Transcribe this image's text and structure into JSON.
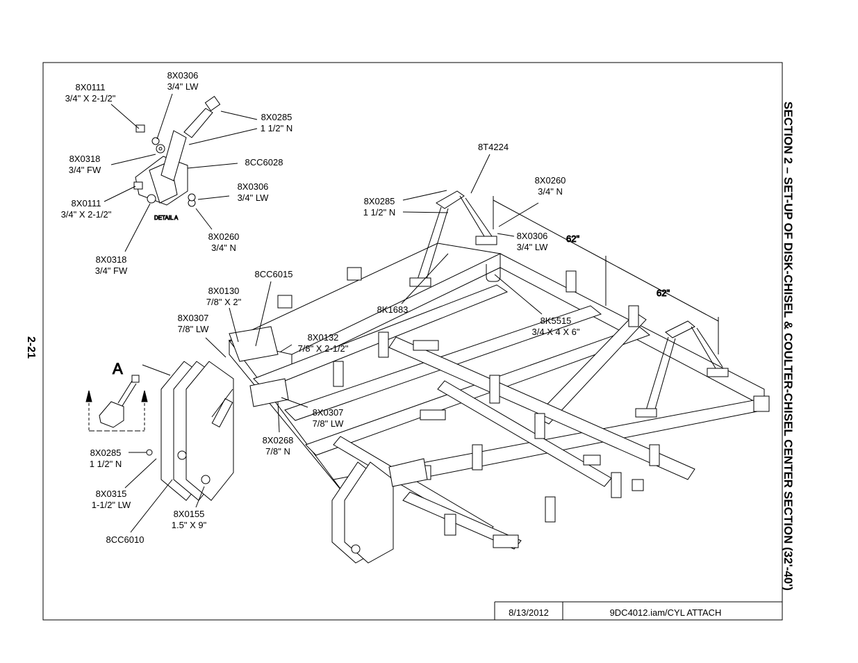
{
  "page_number": "2-21",
  "section_title": "SECTION 2 – SET-UP OF DISK-CHISEL & COULTER-CHISEL CENTER SECTION (32'-40')",
  "title_block": {
    "date": "8/13/2012",
    "file": "9DC4012.iam/CYL ATTACH"
  },
  "detail": {
    "view_letter": "A",
    "label": "DETAIL  A"
  },
  "dimensions": [
    "62\"",
    "62\""
  ],
  "callouts": [
    {
      "id": "c1",
      "lines": [
        "8X0306",
        "3/4\" LW"
      ]
    },
    {
      "id": "c2",
      "lines": [
        "8X0111",
        "3/4\" X 2-1/2\""
      ]
    },
    {
      "id": "c3",
      "lines": [
        "8X0285",
        "1 1/2\" N"
      ]
    },
    {
      "id": "c4",
      "lines": [
        "8X0318",
        "3/4\" FW"
      ]
    },
    {
      "id": "c5",
      "lines": [
        "8CC6028"
      ]
    },
    {
      "id": "c6",
      "lines": [
        "8X0306",
        "3/4\" LW"
      ]
    },
    {
      "id": "c7",
      "lines": [
        "8X0111",
        "3/4\" X 2-1/2\""
      ]
    },
    {
      "id": "c8",
      "lines": [
        "8X0260",
        "3/4\" N"
      ]
    },
    {
      "id": "c9",
      "lines": [
        "8X0318",
        "3/4\" FW"
      ]
    },
    {
      "id": "c10",
      "lines": [
        "8T4224"
      ]
    },
    {
      "id": "c11",
      "lines": [
        "8X0260",
        "3/4\" N"
      ]
    },
    {
      "id": "c12",
      "lines": [
        "8X0285",
        "1 1/2\" N"
      ]
    },
    {
      "id": "c13",
      "lines": [
        "8X0306",
        "3/4\" LW"
      ]
    },
    {
      "id": "c14",
      "lines": [
        "8CC6015"
      ]
    },
    {
      "id": "c15",
      "lines": [
        "8X0130",
        "7/8\" X 2\""
      ]
    },
    {
      "id": "c16",
      "lines": [
        "8K1683"
      ]
    },
    {
      "id": "c17",
      "lines": [
        "8K5515",
        "3/4 X 4 X 6\""
      ]
    },
    {
      "id": "c18",
      "lines": [
        "8X0307",
        "7/8\" LW"
      ]
    },
    {
      "id": "c19",
      "lines": [
        "8X0132",
        "7/8\" X 2-1/2\""
      ]
    },
    {
      "id": "c20",
      "lines": [
        "8X0307",
        "7/8\" LW"
      ]
    },
    {
      "id": "c21",
      "lines": [
        "8X0268",
        "7/8\" N"
      ]
    },
    {
      "id": "c22",
      "lines": [
        "8X0285",
        "1 1/2\" N"
      ]
    },
    {
      "id": "c23",
      "lines": [
        "8X0315",
        "1-1/2\" LW"
      ]
    },
    {
      "id": "c24",
      "lines": [
        "8X0155",
        "1.5\" X 9\""
      ]
    },
    {
      "id": "c25",
      "lines": [
        "8CC6010"
      ]
    }
  ]
}
